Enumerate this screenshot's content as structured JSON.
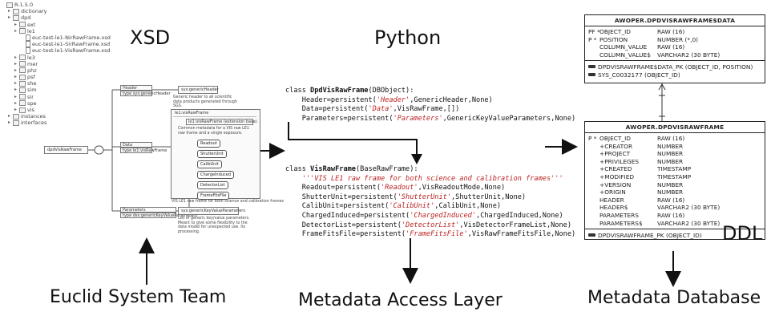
{
  "labels": {
    "xsd": "XSD",
    "python": "Python",
    "ddl": "DDL"
  },
  "captions": {
    "left": "Euclid System Team",
    "middle": "Metadata Access Layer",
    "right": "Metadata Database"
  },
  "tree": [
    {
      "indent": 0,
      "label": "R-1.5.0",
      "type": "root"
    },
    {
      "indent": 1,
      "label": "dictionary",
      "type": "folder"
    },
    {
      "indent": 1,
      "label": "dpd",
      "type": "folder"
    },
    {
      "indent": 2,
      "label": "ext",
      "type": "folder"
    },
    {
      "indent": 2,
      "label": "le1",
      "type": "folder"
    },
    {
      "indent": 3,
      "label": "euc-test-le1-NirRawFrame.xsd",
      "type": "file"
    },
    {
      "indent": 3,
      "label": "euc-test-le1-SirRawFrame.xsd",
      "type": "file"
    },
    {
      "indent": 3,
      "label": "euc-test-le1-VisRawFrame.xsd",
      "type": "file"
    },
    {
      "indent": 2,
      "label": "le3",
      "type": "folder"
    },
    {
      "indent": 2,
      "label": "mer",
      "type": "folder"
    },
    {
      "indent": 2,
      "label": "phz",
      "type": "folder"
    },
    {
      "indent": 2,
      "label": "psf",
      "type": "folder"
    },
    {
      "indent": 2,
      "label": "she",
      "type": "folder"
    },
    {
      "indent": 2,
      "label": "sim",
      "type": "folder"
    },
    {
      "indent": 2,
      "label": "sir",
      "type": "folder"
    },
    {
      "indent": 2,
      "label": "spe",
      "type": "folder"
    },
    {
      "indent": 2,
      "label": "vis",
      "type": "folder"
    },
    {
      "indent": 1,
      "label": "instances",
      "type": "folder"
    },
    {
      "indent": 1,
      "label": "interfaces",
      "type": "folder"
    }
  ],
  "xsd": {
    "root": "dpdVisRawFrame",
    "header_name": "Header",
    "header_type": "type  sys:genericHeader",
    "header_ref": "sys:genericHeader",
    "header_note": "Generic header to all scientific data products generated through SGS.",
    "data_name": "Data",
    "data_type": "type  le1:visRawFrame",
    "data_head": "le1:visRawFrame",
    "data_sub": "le1:visRawFrame (extension base)",
    "data_note": "Common metadata for a VIS raw LE1 raw frame and a single exposure.",
    "children": [
      "Readout",
      "ShutterUnit",
      "CalibUnit",
      "ChargeInduced",
      "DetectorList",
      "FrameFitsFile"
    ],
    "data_footer": "VIS LE1 raw frame for both science and calibration frames",
    "params_name": "Parameters",
    "params_type": "type  dss:genericKeyValueParameters",
    "params_ref": "sys:genericKeyValueParameters",
    "params_note": "List of generic key/value parameters. Meant to give some flexibility to the data model for unexpected use. Its processing."
  },
  "code": {
    "block1": [
      [
        {
          "t": "class ",
          "c": ""
        },
        {
          "t": "DpdVisRawFrame",
          "c": "kw"
        },
        {
          "t": "(DBObject):",
          "c": ""
        }
      ],
      [
        {
          "t": "    Header=persistent(",
          "c": ""
        },
        {
          "t": "'Header'",
          "c": "str"
        },
        {
          "t": ",GenericHeader,None)",
          "c": ""
        }
      ],
      [
        {
          "t": "    Data=persistent(",
          "c": ""
        },
        {
          "t": "'Data'",
          "c": "str"
        },
        {
          "t": ",VisRawFrame,[])",
          "c": ""
        }
      ],
      [
        {
          "t": "    Parameters=persistent(",
          "c": ""
        },
        {
          "t": "'Parameters'",
          "c": "str"
        },
        {
          "t": ",GenericKeyValueParameters,None)",
          "c": ""
        }
      ]
    ],
    "block2": [
      [
        {
          "t": "class ",
          "c": ""
        },
        {
          "t": "VisRawFrame",
          "c": "kw"
        },
        {
          "t": "(BaseRawFrame):",
          "c": ""
        }
      ],
      [
        {
          "t": "    '''VIS LE1 raw frame for both science and calibration frames'''",
          "c": "str"
        }
      ],
      [
        {
          "t": "    Readout=persistent(",
          "c": ""
        },
        {
          "t": "'Readout'",
          "c": "str"
        },
        {
          "t": ",VisReadoutMode,None)",
          "c": ""
        }
      ],
      [
        {
          "t": "    ShutterUnit=persistent(",
          "c": ""
        },
        {
          "t": "'ShutterUnit'",
          "c": "str"
        },
        {
          "t": ",ShutterUnit,None)",
          "c": ""
        }
      ],
      [
        {
          "t": "    CalibUnit=persistent(",
          "c": ""
        },
        {
          "t": "'CalibUnit'",
          "c": "str"
        },
        {
          "t": ",CalibUnit,None)",
          "c": ""
        }
      ],
      [
        {
          "t": "    ChargedInduced=persistent(",
          "c": ""
        },
        {
          "t": "'ChargedInduced'",
          "c": "str"
        },
        {
          "t": ",ChargedInduced,None)",
          "c": ""
        }
      ],
      [
        {
          "t": "    DetectorList=persistent(",
          "c": ""
        },
        {
          "t": "'DetectorList'",
          "c": "str"
        },
        {
          "t": ",VisDetectorFrameList,None)",
          "c": ""
        }
      ],
      [
        {
          "t": "    FrameFitsFile=persistent(",
          "c": ""
        },
        {
          "t": "'FrameFitsFile'",
          "c": "str"
        },
        {
          "t": ",VisRawFrameFitsFile,None)",
          "c": ""
        }
      ]
    ]
  },
  "table1": {
    "title": "AWOPER.DPDVISRAWFRAME$DATA",
    "rows": [
      {
        "k": "PF *",
        "n": "OBJECT_ID",
        "t": "RAW (16)"
      },
      {
        "k": "P *",
        "n": "POSITION",
        "t": "NUMBER (*,0)"
      },
      {
        "k": "",
        "n": "COLUMN_VALUE",
        "t": "RAW (16)"
      },
      {
        "k": "",
        "n": "COLUMN_VALUE$",
        "t": "VARCHAR2 (30 BYTE)"
      }
    ],
    "constraints": [
      "DPDVISRAWFRAME$DATA_PK (OBJECT_ID, POSITION)",
      "SYS_C0032177 (OBJECT_ID)"
    ]
  },
  "table2": {
    "title": "AWOPER.DPDVISRAWFRAME",
    "rows": [
      {
        "k": "P *",
        "n": "OBJECT_ID",
        "t": "RAW (16)"
      },
      {
        "k": "",
        "n": "+CREATOR",
        "t": "NUMBER"
      },
      {
        "k": "",
        "n": "+PROJECT",
        "t": "NUMBER"
      },
      {
        "k": "",
        "n": "+PRIVILEGES",
        "t": "NUMBER"
      },
      {
        "k": "",
        "n": "+CREATED",
        "t": "TIMESTAMP"
      },
      {
        "k": "",
        "n": "+MODIFIED",
        "t": "TIMESTAMP"
      },
      {
        "k": "",
        "n": "+VERSION",
        "t": "NUMBER"
      },
      {
        "k": "",
        "n": "+ORIGIN",
        "t": "NUMBER"
      },
      {
        "k": "",
        "n": "HEADER",
        "t": "RAW (16)"
      },
      {
        "k": "",
        "n": "HEADER$",
        "t": "VARCHAR2 (30 BYTE)"
      },
      {
        "k": "",
        "n": "PARAMETERS",
        "t": "RAW (16)"
      },
      {
        "k": "",
        "n": "PARAMETERS$",
        "t": "VARCHAR2 (30 BYTE)"
      }
    ],
    "constraints": [
      "DPDVISRAWFRAME_PK (OBJECT_ID)"
    ]
  }
}
